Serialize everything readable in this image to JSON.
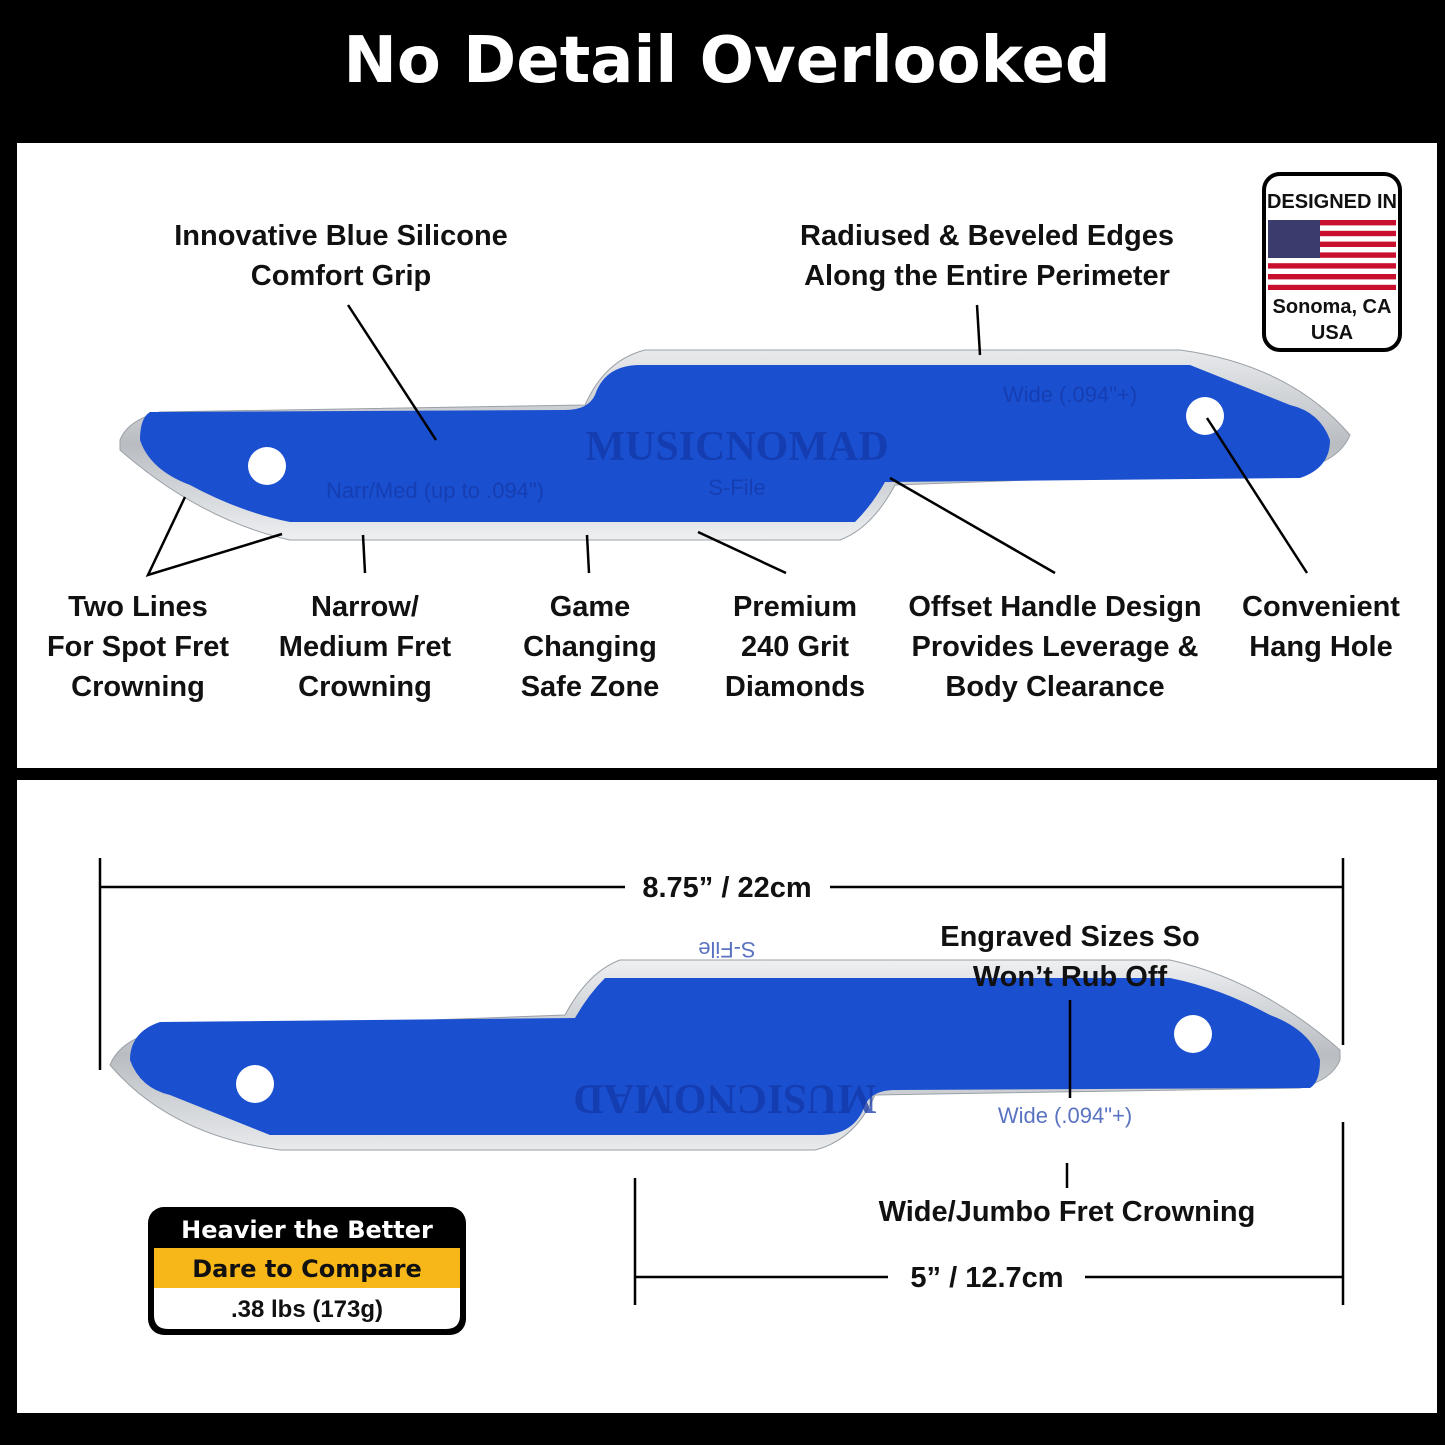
{
  "title": "No Detail Overlooked",
  "badge_designed": {
    "heading": "DESIGNED IN",
    "location_line1": "Sonoma, CA",
    "location_line2": "USA",
    "icon": "us-flag-icon"
  },
  "features": {
    "grip": [
      "Innovative Blue Silicone",
      "Comfort Grip"
    ],
    "edges": [
      "Radiused & Beveled Edges",
      "Along the Entire Perimeter"
    ],
    "two_lines": [
      "Two Lines",
      "For Spot Fret",
      "Crowning"
    ],
    "narrow": [
      "Narrow/",
      "Medium Fret",
      "Crowning"
    ],
    "safe_zone": [
      "Game",
      "Changing",
      "Safe Zone"
    ],
    "grit": [
      "Premium",
      "240 Grit",
      "Diamonds"
    ],
    "offset": [
      "Offset Handle Design",
      "Provides Leverage &",
      "Body Clearance"
    ],
    "hang_hole": [
      "Convenient",
      "Hang Hole"
    ]
  },
  "tool_engraving": {
    "brand": "MUSICNOMAD",
    "model": "S-File",
    "narrow_size": "Narr/Med (up to .094\")",
    "wide_size": "Wide (.094\"+)"
  },
  "dimensions": {
    "overall": "8.75” / 22cm",
    "crowning": "5” / 12.7cm",
    "engraved": [
      "Engraved Sizes So",
      "Won’t Rub Off"
    ],
    "wide": "Wide/Jumbo Fret Crowning"
  },
  "weight_badge": {
    "line1": "Heavier the Better",
    "line2": "Dare to Compare",
    "line3": ".38 lbs (173g)"
  },
  "colors": {
    "background": "#000000",
    "panel": "#ffffff",
    "silicone_blue": "#1a4fd0",
    "steel": "#c9ccd0",
    "accent_yellow": "#f7b718"
  }
}
